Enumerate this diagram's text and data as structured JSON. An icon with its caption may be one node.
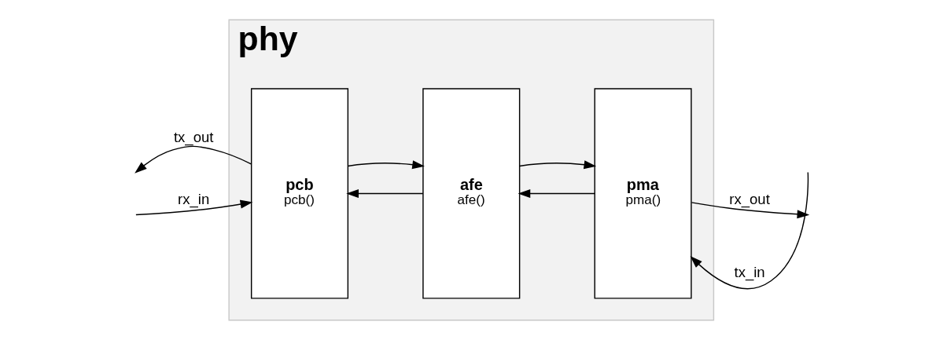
{
  "diagram": {
    "nodes": [
      {
        "text": [
          "phy"
        ]
      },
      {
        "text": [
          "pcb",
          "pcb()"
        ],
        "in": 0
      },
      {
        "text": [
          "afe",
          "afe()"
        ],
        "in": 0
      },
      {
        "text": [
          "pma",
          "pma()"
        ],
        "in": 0
      }
    ],
    "edges": [
      {
        "from": 1,
        "to": null,
        "arrow": "to",
        "label": "tx_out"
      },
      {
        "from": 2,
        "to": 1,
        "arrow": "to"
      },
      {
        "from": 3,
        "to": 2,
        "arrow": "to"
      },
      {
        "from": null,
        "to": 3,
        "arrow": "to",
        "label": "tx_in"
      },
      {
        "from": null,
        "to": 1,
        "arrow": "to",
        "label": "rx_in"
      },
      {
        "from": 1,
        "to": 2,
        "arrow": "to"
      },
      {
        "from": 2,
        "to": 3,
        "arrow": "to"
      },
      {
        "from": 3,
        "to": null,
        "arrow": "to",
        "label": "rx_out"
      }
    ]
  }
}
